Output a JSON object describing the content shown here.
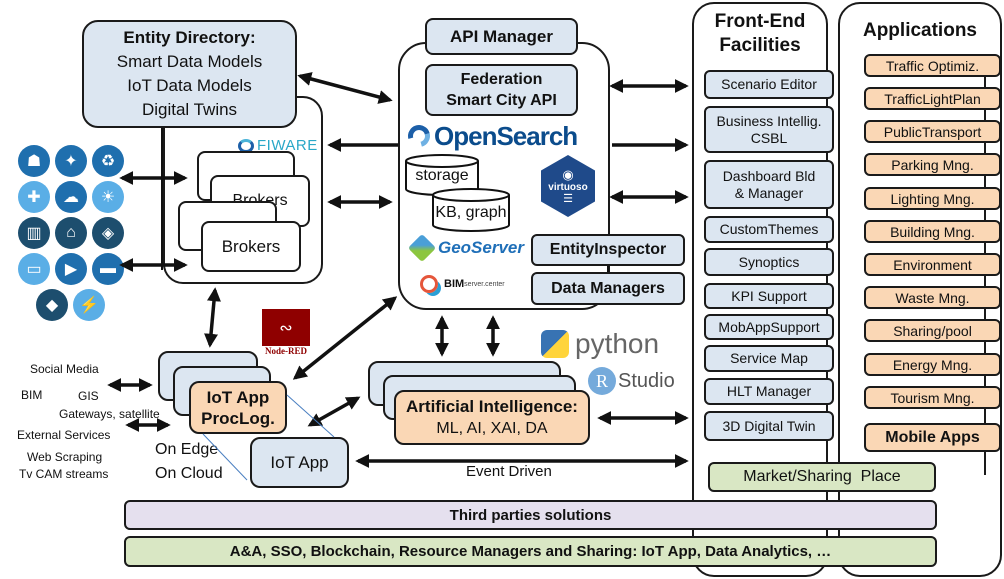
{
  "entity_directory": {
    "title": "Entity Directory:",
    "lines": [
      "Smart Data Models",
      "IoT Data Models",
      "Digital Twins"
    ]
  },
  "brokers": {
    "label": "Brokers",
    "logo": "FIWARE"
  },
  "api_block": {
    "api_manager": "API Manager",
    "federation": [
      "Federation",
      "Smart City API"
    ],
    "opensearch": "OpenSearch",
    "storage": "storage",
    "kb_graph": "KB, graph",
    "virtuoso": "virtuoso",
    "geoserver": "GeoServer",
    "bimserver": "BIM",
    "bimserver_suffix": "server.center",
    "entity_inspector": "EntityInspector",
    "data_managers": "Data Managers"
  },
  "front_end": {
    "title": [
      "Front-End",
      "Facilities"
    ],
    "items": [
      [
        "Scenario Editor"
      ],
      [
        "Business Intellig.",
        "CSBL"
      ],
      [
        "Dashboard Bld",
        "& Manager"
      ],
      [
        "CustomThemes"
      ],
      [
        "Synoptics"
      ],
      [
        "KPI Support"
      ],
      [
        "MobAppSupport"
      ],
      [
        "Service Map"
      ],
      [
        "HLT Manager"
      ],
      [
        "3D Digital Twin"
      ]
    ]
  },
  "applications": {
    "title": "Applications",
    "items": [
      "Traffic Optimiz.",
      "TrafficLightPlan",
      "PublicTransport",
      "Parking Mng.",
      "Lighting Mng.",
      "Building Mng.",
      "Environment",
      "Waste Mng.",
      "Sharing/pool",
      "Energy Mng.",
      "Tourism Mng."
    ],
    "mobile_apps": "Mobile Apps"
  },
  "market_place": "Market/Sharing  Place",
  "third_parties": "Third parties solutions",
  "bottom_bar": "A&A, SSO, Blockchain, Resource Managers and Sharing: IoT App, Data Analytics, …",
  "iot": {
    "proclog": [
      "IoT App",
      "ProcLog."
    ],
    "iot_app": "IoT App",
    "node_red": "Node-RED",
    "on_edge": "On Edge",
    "on_cloud": "On Cloud"
  },
  "ai": {
    "title": "Artificial Intelligence:",
    "subtitle": "ML, AI, XAI, DA",
    "python": "python",
    "rstudio_r": "R",
    "rstudio": "Studio"
  },
  "event_driven": "Event Driven",
  "data_sources": {
    "social_media": "Social Media",
    "bim": "BIM",
    "gis": "GIS",
    "gateways": "Gateways, satellite",
    "external": "External Services",
    "web_scraping": "Web Scraping",
    "tv_cam": "Tv CAM streams"
  },
  "iot_icons": [
    {
      "name": "water-tap-icon",
      "color": "#1f6fae",
      "glyph": "☗"
    },
    {
      "name": "network-icon",
      "color": "#1f6fae",
      "glyph": "✦"
    },
    {
      "name": "recycle-icon",
      "color": "#1f6fae",
      "glyph": "♻"
    },
    {
      "name": "medical-kit-icon",
      "color": "#5aaee6",
      "glyph": "✚"
    },
    {
      "name": "chat-icon",
      "color": "#1f6fae",
      "glyph": "☁"
    },
    {
      "name": "light-bulb-icon",
      "color": "#5aaee6",
      "glyph": "☀"
    },
    {
      "name": "building-icon",
      "color": "#1d4e6e",
      "glyph": "▥"
    },
    {
      "name": "smart-home-icon",
      "color": "#1d4e6e",
      "glyph": "⌂"
    },
    {
      "name": "security-shield-icon",
      "color": "#1d4e6e",
      "glyph": "◈"
    },
    {
      "name": "laptop-icon",
      "color": "#5aaee6",
      "glyph": "▭"
    },
    {
      "name": "cctv-camera-icon",
      "color": "#1f6fae",
      "glyph": "▶"
    },
    {
      "name": "car-icon",
      "color": "#1f6fae",
      "glyph": "▬"
    },
    {
      "name": "graduation-cap-icon",
      "color": "#1d4e6e",
      "glyph": "◆"
    },
    {
      "name": "lightning-icon",
      "color": "#5aaee6",
      "glyph": "⚡"
    }
  ]
}
